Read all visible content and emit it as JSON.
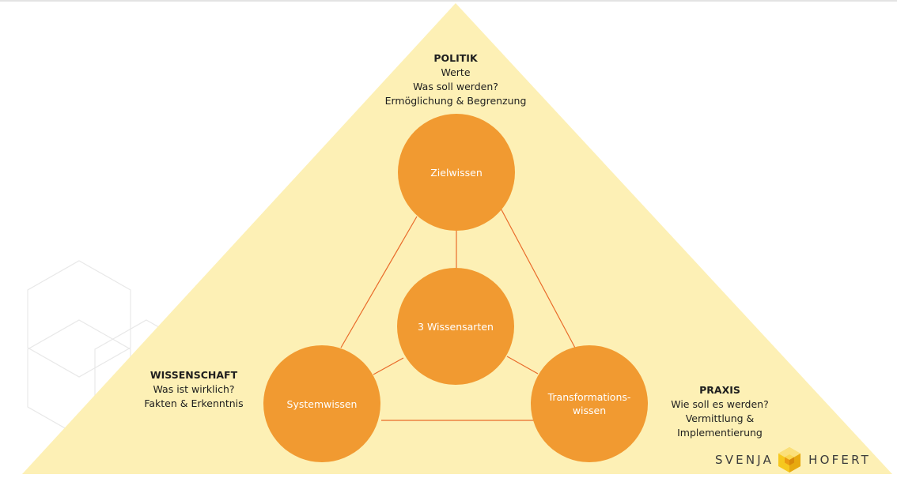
{
  "top_label": {
    "heading": "POLITIK",
    "lines": [
      "Werte",
      "Was soll werden?",
      "Ermöglichung & Begrenzung"
    ]
  },
  "left_label": {
    "heading": "WISSENSCHAFT",
    "lines": [
      "Was ist wirklich?",
      "Fakten & Erkenntnis"
    ]
  },
  "right_label": {
    "heading": "PRAXIS",
    "lines": [
      "Wie soll es werden?",
      "Vermittlung &",
      "Implementierung"
    ]
  },
  "circles": {
    "top": "Zielwissen",
    "center": "3 Wissensarten",
    "left": "Systemwissen",
    "right_line1": "Transformations-",
    "right_line2": "wissen"
  },
  "logo": {
    "left_word": "SVENJA",
    "right_word": "HOFERT"
  },
  "colors": {
    "triangle": "#fdf0b5",
    "circle": "#f19a31",
    "connector": "#e96b2a",
    "logo_cube": "#f6c81e"
  }
}
